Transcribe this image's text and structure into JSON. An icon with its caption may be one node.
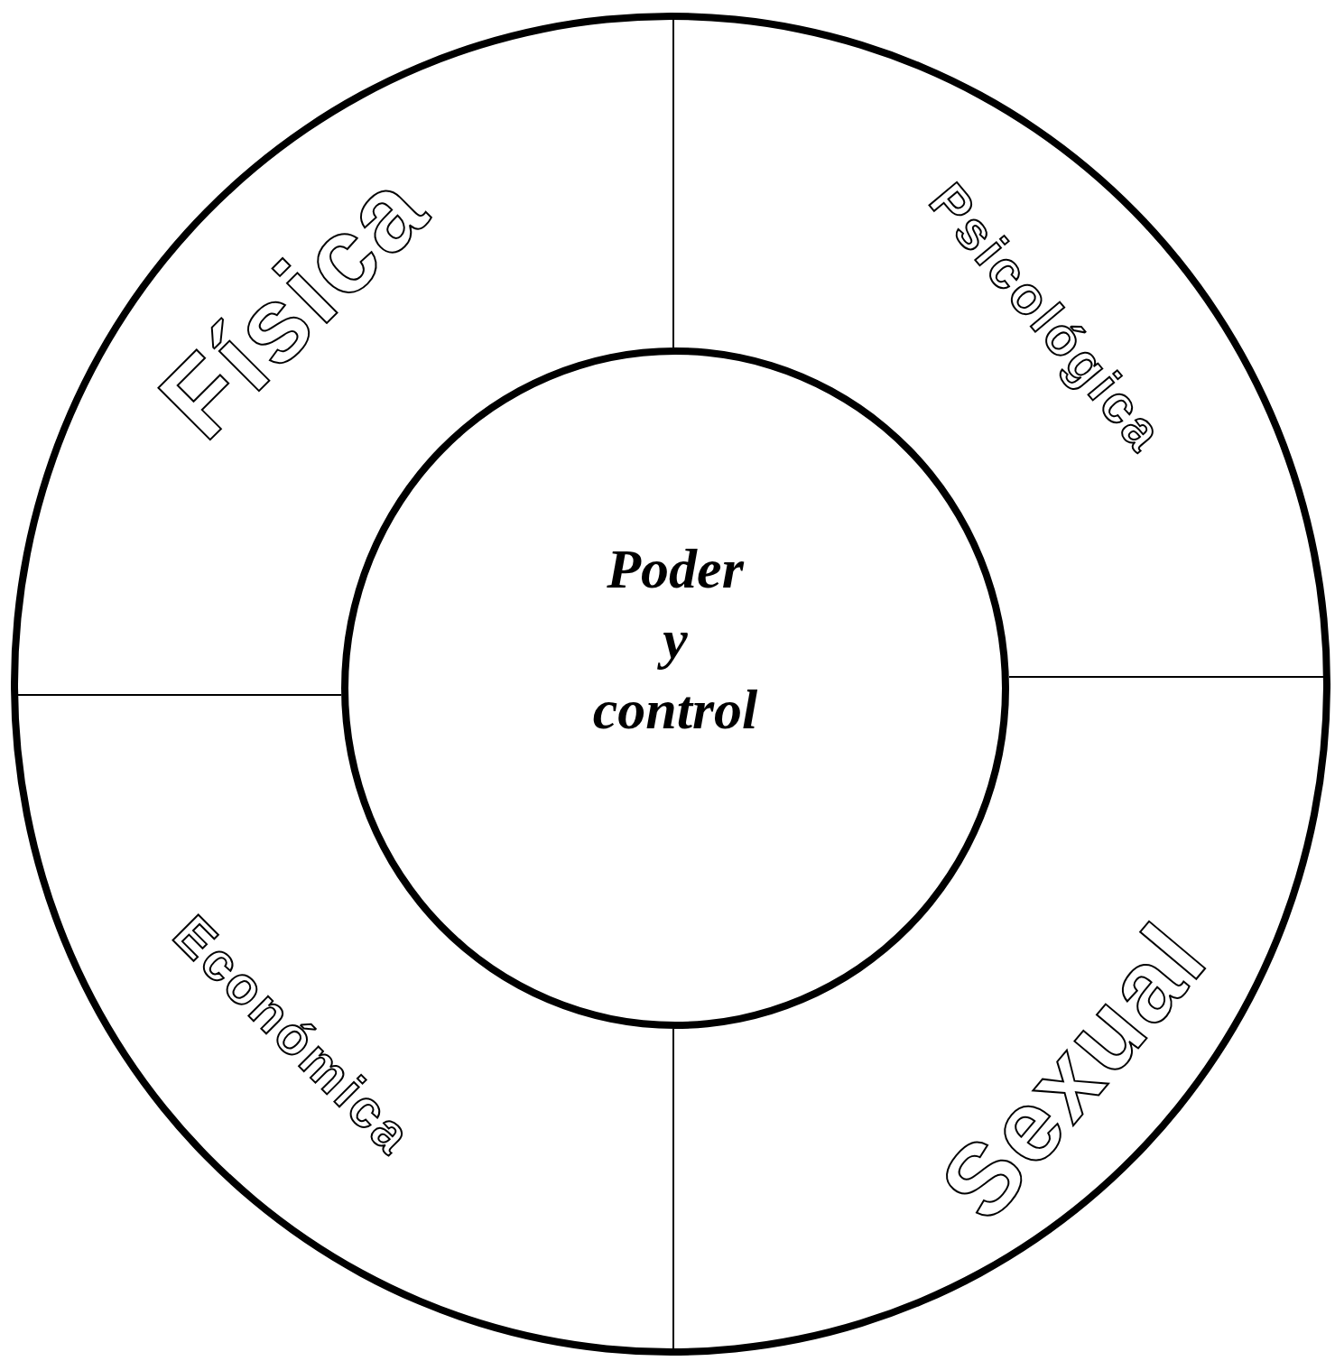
{
  "diagram": {
    "nodes": [
      {
        "text": [],
        "shape": "circle"
      },
      {
        "text": [
          "Física"
        ],
        "in": 0
      },
      {
        "text": [
          "Psicológica"
        ],
        "in": 0
      },
      {
        "text": [
          "Poder y control"
        ],
        "in": 0
      },
      {
        "text": [
          "Económica"
        ],
        "in": 0
      },
      {
        "text": [
          "Sexual"
        ],
        "in": 0
      }
    ],
    "edges": []
  }
}
